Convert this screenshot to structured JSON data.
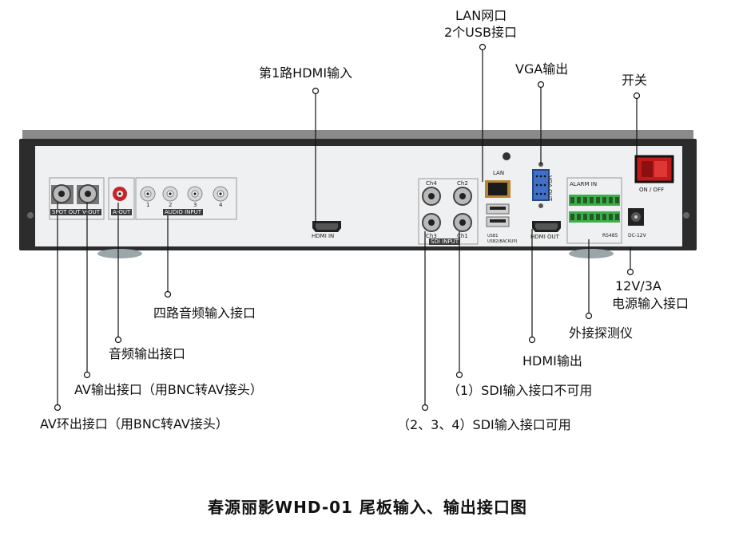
{
  "callouts": {
    "lan": "LAN网口",
    "usb": "2个USB接口",
    "hdmi_in": "第1路HDMI输入",
    "vga": "VGA输出",
    "power_switch": "开关",
    "power_input_line1": "12V/3A",
    "power_input_line2": "电源输入接口",
    "alarm": "外接探测仪",
    "hdmi_out": "HDMI输出",
    "audio_input": "四路音频输入接口",
    "audio_output": "音频输出接口",
    "av_out": "AV输出接口（用BNC转AV接头）",
    "av_loop": "AV环出接口（用BNC转AV接头）",
    "sdi_1": "（1）SDI输入接口不可用",
    "sdi_234": "（2、3、4）SDI输入接口可用"
  },
  "panel": {
    "spot_out": "SPOT OUT",
    "v_out": "V-OUT",
    "a_out": "A-OUT",
    "audio_input": "AUDIO INPUT",
    "audio_nums": [
      "1",
      "2",
      "3",
      "4"
    ],
    "hdmi_in": "HDMI IN",
    "sdi_input": "SDI INPUT",
    "sdi_channels": [
      "Ch4",
      "Ch2",
      "Ch3",
      "Ch1"
    ],
    "lan": "LAN",
    "usb_1": "USB1",
    "usb_2": "USB2(BACKUP)",
    "hdmi_out": "HDMI OUT",
    "vga_out": "VGA OUT",
    "alarm_in": "ALARM IN",
    "rs485": "RS485",
    "dc": "DC-12V",
    "on_off": "ON / OFF"
  },
  "title": "春源丽影WHD-01  尾板输入、输出接口图",
  "colors": {
    "panel_bg": "#eef0f1",
    "chassis": "#2c2c2c",
    "terminal": "#3fae49",
    "vga_blue": "#3f6fc7",
    "rca_red": "#c8232a",
    "switch_red": "#c01a1a"
  }
}
